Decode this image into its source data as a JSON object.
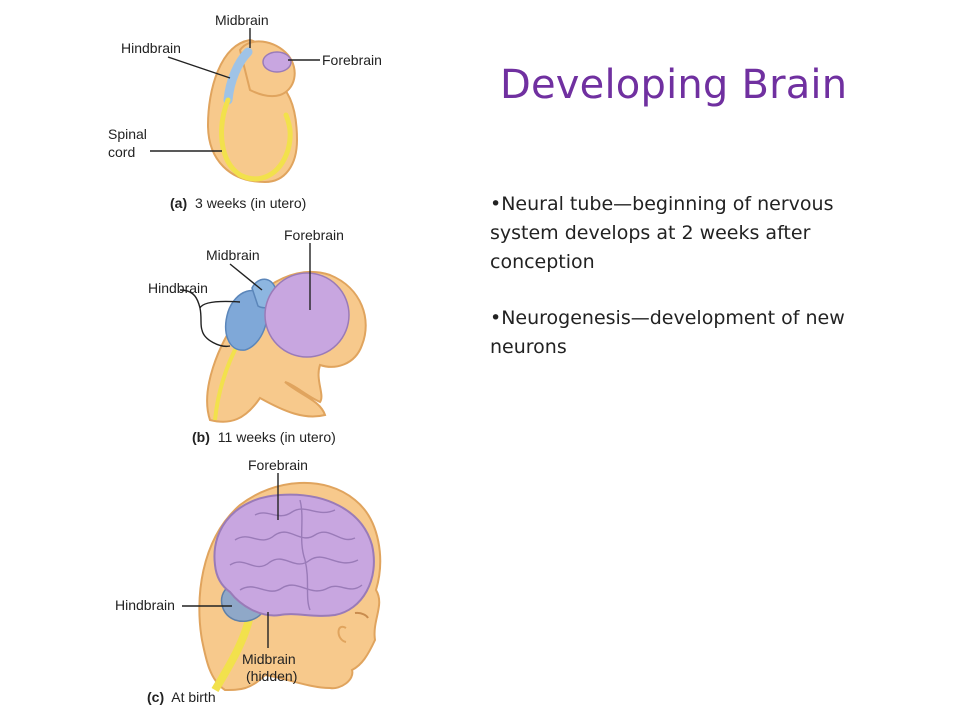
{
  "slide": {
    "title": "Developing Brain",
    "bullets": [
      "•Neural tube—beginning of nervous system develops at 2 weeks after conception",
      "•Neurogenesis—development of new neurons"
    ]
  },
  "figure": {
    "panel_a": {
      "caption_letter": "(a)",
      "caption_text": "3 weeks (in utero)",
      "labels": {
        "midbrain": "Midbrain",
        "hindbrain": "Hindbrain",
        "forebrain": "Forebrain",
        "spinal_line1": "Spinal",
        "spinal_line2": "cord"
      }
    },
    "panel_b": {
      "caption_letter": "(b)",
      "caption_text": "11 weeks (in utero)",
      "labels": {
        "forebrain": "Forebrain",
        "midbrain": "Midbrain",
        "hindbrain": "Hindbrain"
      }
    },
    "panel_c": {
      "caption_letter": "(c)",
      "caption_text": "At birth",
      "labels": {
        "forebrain": "Forebrain",
        "hindbrain": "Hindbrain",
        "midbrain_line1": "Midbrain",
        "midbrain_line2": "(hidden)"
      }
    }
  },
  "colors": {
    "title": "#7030A0",
    "skin": "#F7C98C",
    "skin_edge": "#E0A45E",
    "forebrain": "#C8A6E0",
    "brainstem": "#7FA8D8",
    "spinal": "#F2E14C"
  }
}
